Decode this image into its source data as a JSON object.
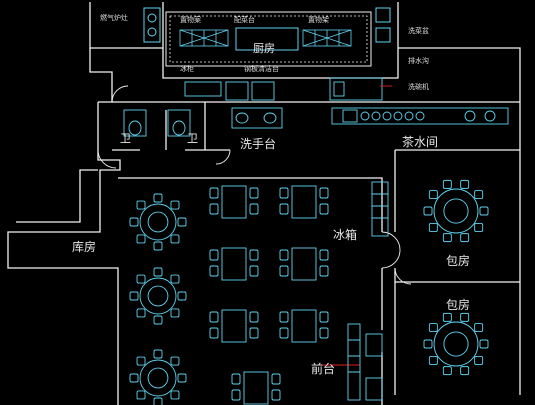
{
  "labels": {
    "gas_stove": "燃气炉灶",
    "prep_table_left": "置物案",
    "serving_table": "配菜台",
    "shelf_right": "置物架",
    "kitchen": "厨房",
    "sink_basin": "洗菜盆",
    "drain": "排水沟",
    "fridge_cabinet": "冰柜",
    "steel_table": "钢板清洁台",
    "dishwasher": "洗碗机",
    "toilet_left": "卫",
    "toilet_right": "卫",
    "washbasin": "洗手台",
    "tea_room": "茶水间",
    "storeroom": "库房",
    "refrigerator": "冰箱",
    "private_room_top": "包房",
    "private_room_bottom": "包房",
    "front_desk": "前台"
  },
  "colors": {
    "wall": "#f2f2f2",
    "furniture": "#5fd3f0",
    "accent_red": "#e02020",
    "text": "#e8e8e8",
    "background": "#000000"
  }
}
